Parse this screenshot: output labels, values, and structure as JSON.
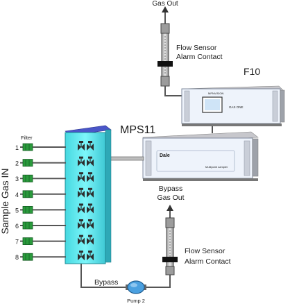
{
  "labels": {
    "gas_out": "Gas Out",
    "flow_sensor_top": "Flow Sensor",
    "alarm_contact_top": "Alarm Contact",
    "f10": "F10",
    "mps11": "MPS11",
    "filter": "Filter",
    "sample_gas_in": "Sample Gas IN",
    "bypass_gas_out_1": "Bypass",
    "bypass_gas_out_2": "Gas Out",
    "flow_sensor_bottom": "Flow Sensor",
    "alarm_contact_bottom": "Alarm Contact",
    "bypass": "Bypass",
    "pump": "Pump 2"
  },
  "inlets": [
    "1",
    "2",
    "3",
    "4",
    "5",
    "6",
    "7",
    "8"
  ],
  "f10_unit": {
    "brand": "MPNVISION",
    "screen_text": "GAS ONE"
  },
  "mps11_unit": {
    "brand": "Dale",
    "caption": "Multipoint sampler"
  },
  "colors": {
    "manifold": "#64f0f5",
    "manifold_top": "#4a56c8",
    "filter": "#2a9a3c",
    "pipe": "#7a7a7a",
    "unit_face": "#eef3fb",
    "pump": "#4aa0e0"
  }
}
